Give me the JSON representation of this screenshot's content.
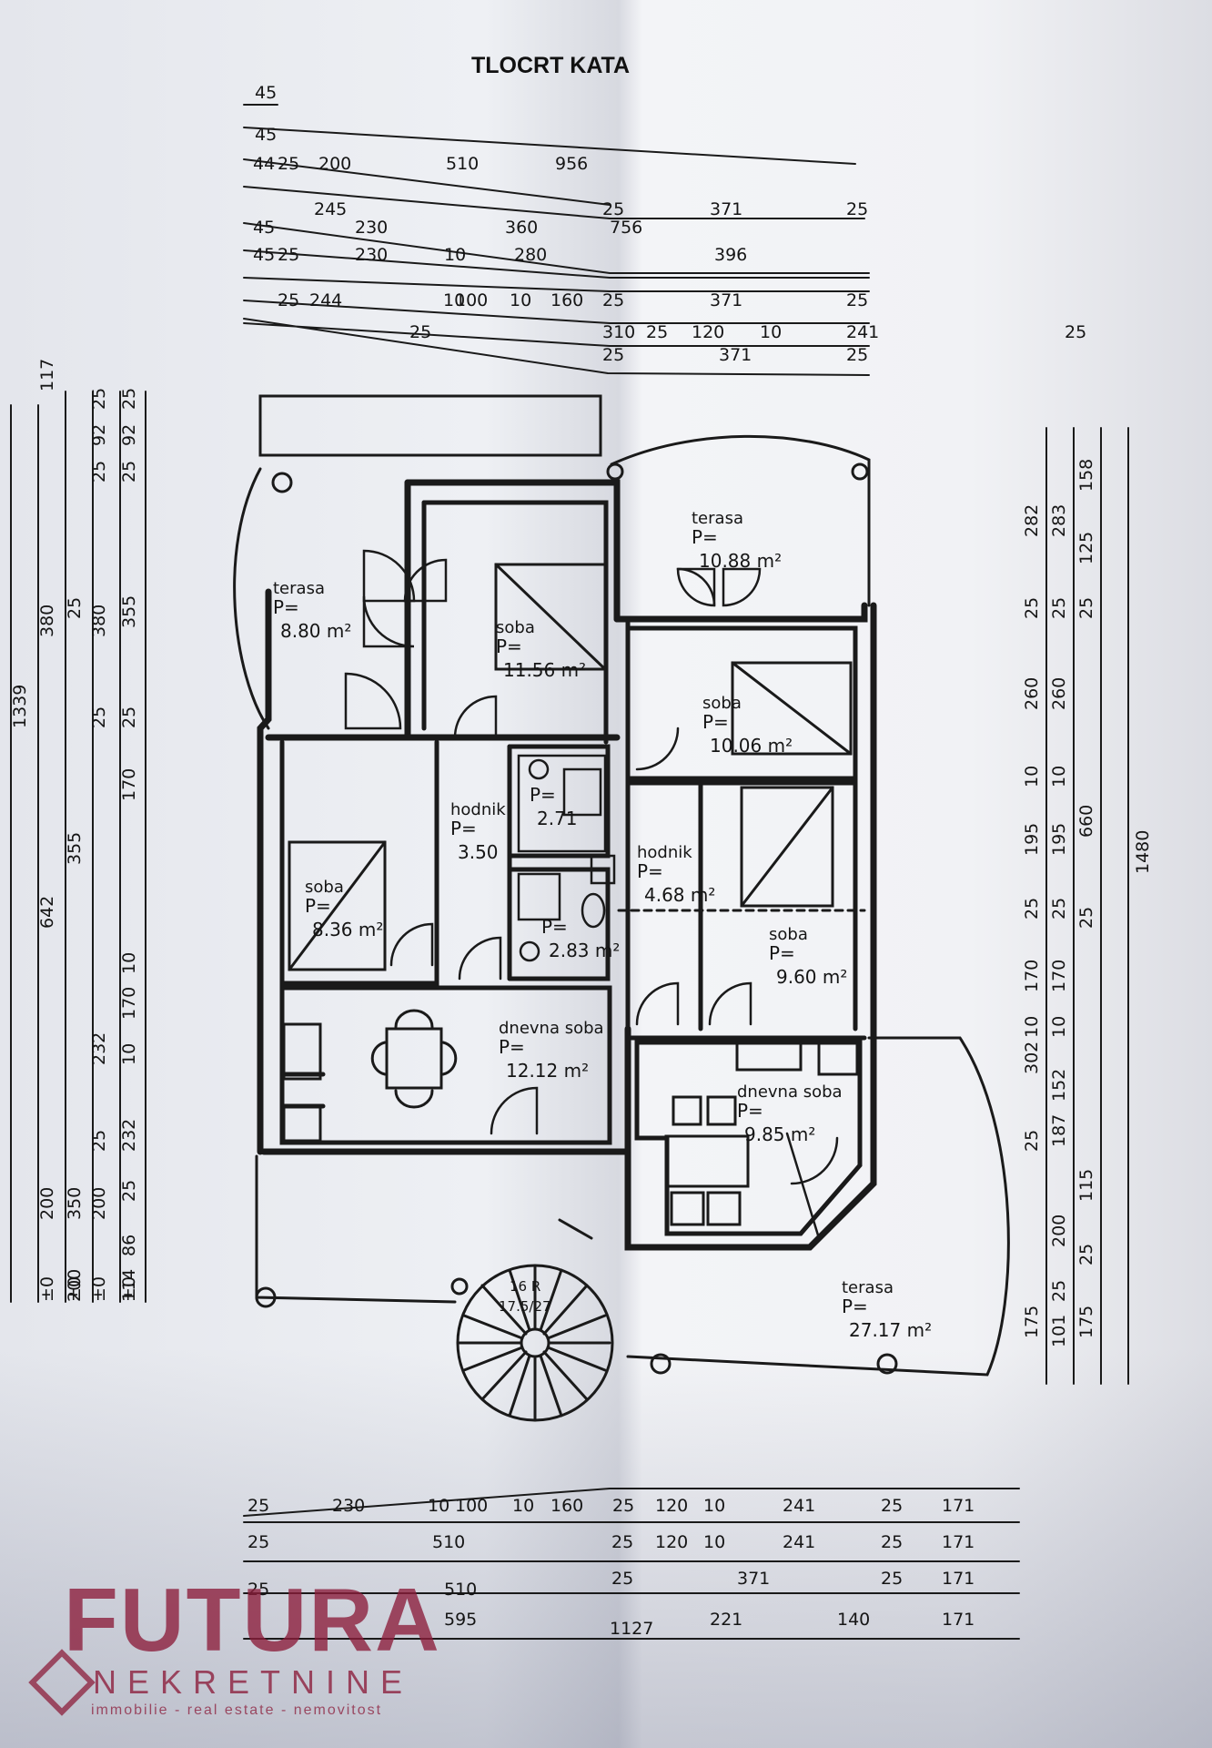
{
  "title": "TLOCRT KATA",
  "rooms": [
    {
      "id": "terasa_nw",
      "name": "terasa",
      "label": "P=",
      "area": "8.80 m²"
    },
    {
      "id": "soba_n",
      "name": "soba",
      "label": "P=",
      "area": "11.56 m²"
    },
    {
      "id": "terasa_ne",
      "name": "terasa",
      "label": "P=",
      "area": "10.88 m²"
    },
    {
      "id": "soba_ne",
      "name": "soba",
      "label": "P=",
      "area": "10.06 m²"
    },
    {
      "id": "hodnik_w",
      "name": "hodnik",
      "label": "P=",
      "area": "3.50"
    },
    {
      "id": "bath1",
      "name": "",
      "label": "P=",
      "area": "2.71"
    },
    {
      "id": "hodnik_e",
      "name": "hodnik",
      "label": "P=",
      "area": "4.68 m²"
    },
    {
      "id": "soba_w",
      "name": "soba",
      "label": "P=",
      "area": "8.36 m²"
    },
    {
      "id": "bath2",
      "name": "",
      "label": "P=",
      "area": "2.83 m²"
    },
    {
      "id": "soba_e",
      "name": "soba",
      "label": "P=",
      "area": "9.60 m²"
    },
    {
      "id": "dnevna_w",
      "name": "dnevna soba",
      "label": "P=",
      "area": "12.12 m²"
    },
    {
      "id": "dnevna_e",
      "name": "dnevna soba",
      "label": "P=",
      "area": "9.85 m²"
    },
    {
      "id": "terasa_s",
      "name": "terasa",
      "label": "P=",
      "area": "27.17 m²"
    }
  ],
  "dim_top": [
    [
      "45"
    ],
    [
      "45"
    ],
    [
      "44",
      "25",
      "200",
      "510",
      "956"
    ],
    [
      "245",
      "25",
      "371",
      "25"
    ],
    [
      "45",
      "230",
      "360",
      "756"
    ],
    [
      "45",
      "25",
      "230",
      "10",
      "280",
      "396"
    ],
    [
      "25",
      "244",
      "10",
      "100",
      "10",
      "160",
      "25",
      "371",
      "25"
    ],
    [
      "25",
      "310",
      "25",
      "120",
      "10",
      "241",
      "25"
    ],
    [
      "25",
      "371",
      "25"
    ]
  ],
  "dim_left": [
    [
      "1339"
    ],
    [
      "117",
      "380",
      "642",
      "200",
      "±0"
    ],
    [
      "25",
      "355",
      "350",
      "200",
      "±0"
    ],
    [
      "25",
      "92",
      "25",
      "380",
      "25",
      "232",
      "25",
      "200",
      "±0"
    ],
    [
      "25",
      "92",
      "25",
      "355",
      "25",
      "170",
      "10",
      "170",
      "10",
      "232",
      "25",
      "86",
      "114",
      "±0"
    ]
  ],
  "dim_right": [
    [
      "282",
      "25",
      "260",
      "10",
      "195",
      "25",
      "170",
      "10",
      "302",
      "25",
      "175"
    ],
    [
      "283",
      "25",
      "260",
      "10",
      "195",
      "25",
      "170",
      "10",
      "152",
      "187",
      "200",
      "101",
      "25"
    ],
    [
      "158",
      "125",
      "25",
      "660",
      "25",
      "115",
      "25",
      "175"
    ],
    [
      "1480"
    ]
  ],
  "dim_bottom": [
    [
      "25",
      "230",
      "10",
      "100",
      "10",
      "160",
      "25",
      "120",
      "10",
      "241",
      "25",
      "171"
    ],
    [
      "25",
      "510",
      "25",
      "120",
      "10",
      "241",
      "25",
      "171"
    ],
    [
      "25",
      "371",
      "25",
      "171"
    ],
    [
      "25",
      "510",
      "595",
      "221",
      "140",
      "171"
    ],
    [
      "1127"
    ]
  ],
  "stairs": {
    "steps": "16 R",
    "size": "17.5/27"
  },
  "logo": {
    "main": "FUTURA",
    "sub": "NEKRETNINE",
    "tagline": "immobilie - real estate - nemovitost"
  }
}
